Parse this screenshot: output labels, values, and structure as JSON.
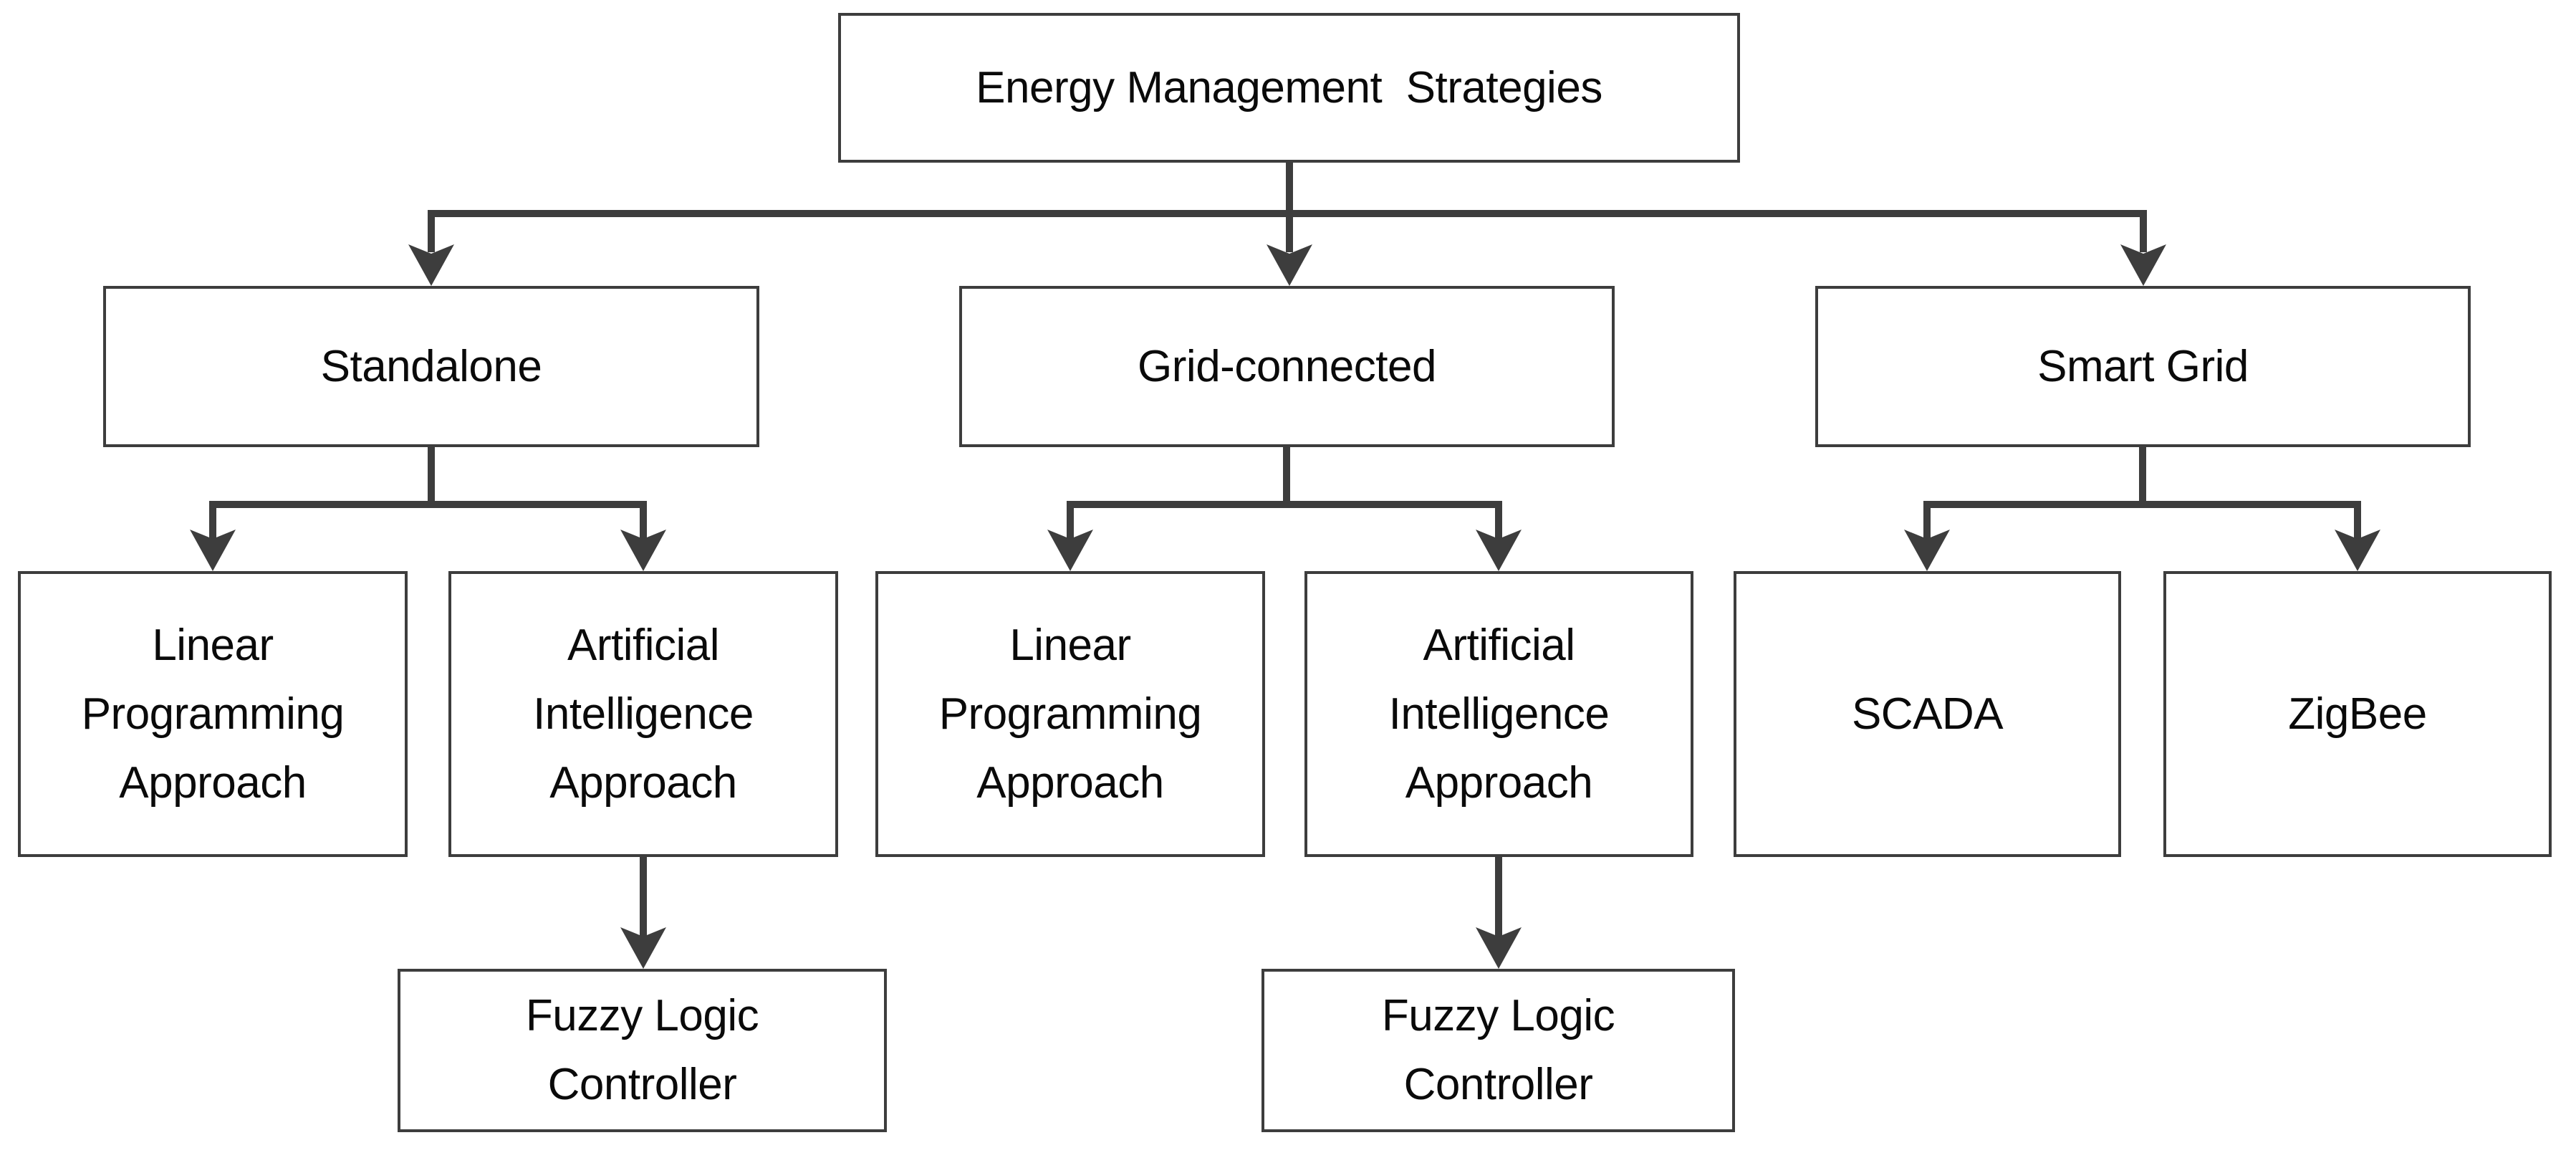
{
  "diagram": {
    "type": "hierarchy-flowchart",
    "colors": {
      "line": "#3d3d3d",
      "text": "#0a0a0a",
      "background": "#ffffff"
    },
    "nodes": {
      "root": {
        "label": "Energy Management  Strategies"
      },
      "standalone": {
        "label": "Standalone"
      },
      "grid_connected": {
        "label": "Grid-connected"
      },
      "smart_grid": {
        "label": "Smart Grid"
      },
      "lp_standalone": {
        "label": "Linear\nProgramming\nApproach"
      },
      "ai_standalone": {
        "label": "Artificial\nIntelligence\nApproach"
      },
      "lp_grid": {
        "label": "Linear\nProgramming\nApproach"
      },
      "ai_grid": {
        "label": "Artificial\nIntelligence\nApproach"
      },
      "scada": {
        "label": "SCADA"
      },
      "zigbee": {
        "label": "ZigBee"
      },
      "flc_standalone": {
        "label": "Fuzzy Logic\nController"
      },
      "flc_grid": {
        "label": "Fuzzy Logic\nController"
      }
    },
    "edges": [
      [
        "root",
        "standalone"
      ],
      [
        "root",
        "grid_connected"
      ],
      [
        "root",
        "smart_grid"
      ],
      [
        "standalone",
        "lp_standalone"
      ],
      [
        "standalone",
        "ai_standalone"
      ],
      [
        "grid_connected",
        "lp_grid"
      ],
      [
        "grid_connected",
        "ai_grid"
      ],
      [
        "smart_grid",
        "scada"
      ],
      [
        "smart_grid",
        "zigbee"
      ],
      [
        "ai_standalone",
        "flc_standalone"
      ],
      [
        "ai_grid",
        "flc_grid"
      ]
    ]
  }
}
